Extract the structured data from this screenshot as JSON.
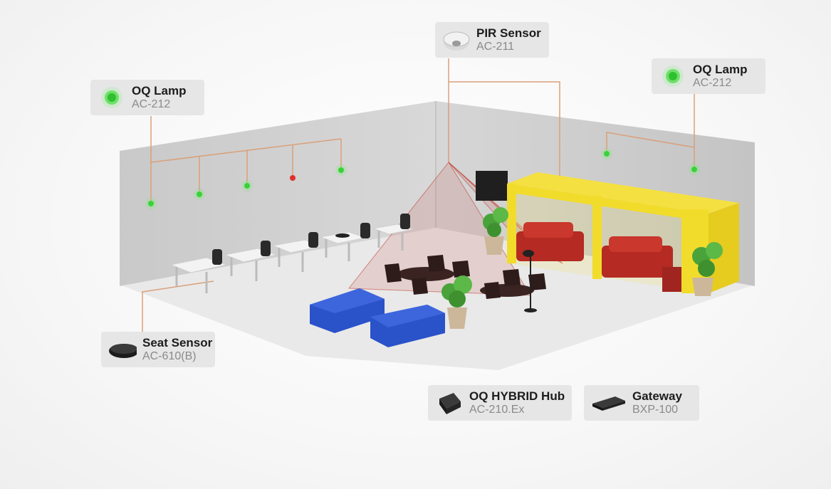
{
  "callouts": {
    "pir": {
      "name": "PIR Sensor",
      "model": "AC-211"
    },
    "lamp_l": {
      "name": "OQ Lamp",
      "model": "AC-212"
    },
    "lamp_r": {
      "name": "OQ Lamp",
      "model": "AC-212"
    },
    "seat": {
      "name": "Seat Sensor",
      "model": "AC-610(B)"
    },
    "hub": {
      "name": "OQ HYBRID Hub",
      "model": "AC-210.Ex"
    },
    "gateway": {
      "name": "Gateway",
      "model": "BXP-100"
    }
  },
  "colors": {
    "callout_bg": "#e6e6e6",
    "lamp_green": "#3ad13a",
    "lamp_red": "#e0302a",
    "wire": "#d9a07a",
    "pir_cone": "#c0392b",
    "booth_yellow": "#f2dc2b",
    "sofa_blue": "#2a52c9",
    "booth_sofa_red": "#b52a22"
  },
  "icons": [
    "lamp-green-icon",
    "pir-sensor-icon",
    "seat-sensor-icon",
    "hub-device-icon",
    "gateway-device-icon"
  ]
}
